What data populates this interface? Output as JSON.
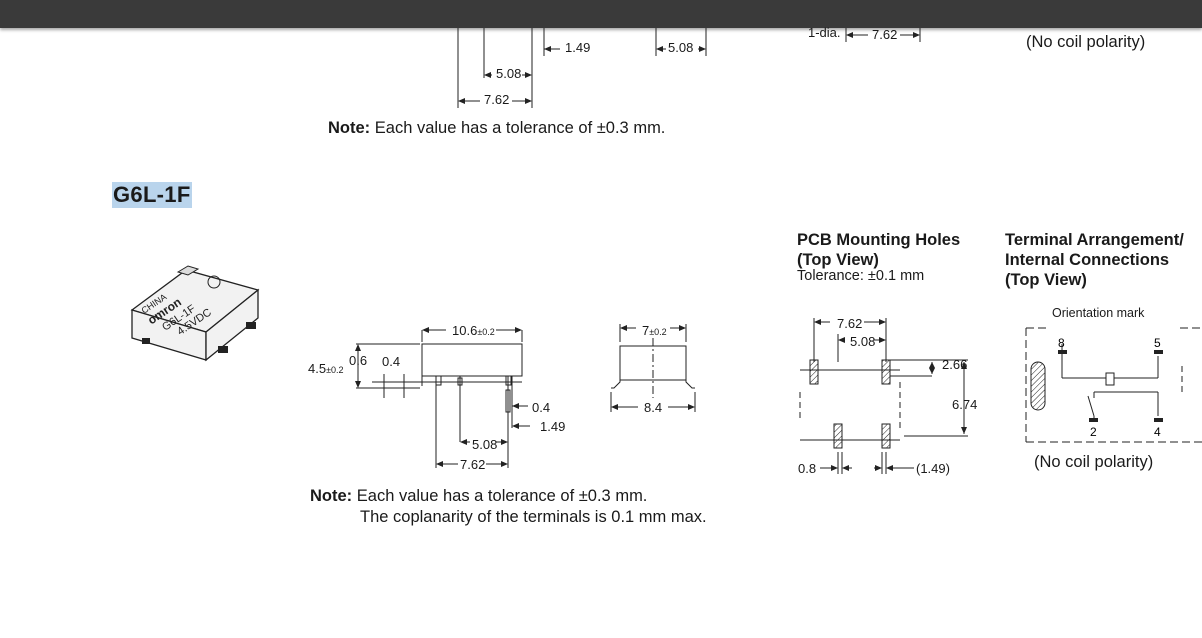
{
  "top_section": {
    "dims": {
      "d149": "1.49",
      "d508a": "5.08",
      "d508b": "5.08",
      "d762a": "7.62",
      "d762b": "7.62"
    },
    "dia_label": "1-dia.",
    "no_coil": "(No coil polarity)",
    "note_label": "Note:",
    "note_text": "Each value has a tolerance of ±0.3 mm."
  },
  "section": {
    "title": "G6L-1F"
  },
  "product": {
    "body_text_1": "CHINA",
    "body_text_2": "omron",
    "body_text_3": "G6L-1F",
    "body_text_4": "4.5VDC",
    "colors": {
      "body": "#f2f2f2",
      "outline": "#222222"
    }
  },
  "side_view": {
    "width": "10.6",
    "width_tol": "±0.2",
    "height": "4.5",
    "height_tol": "±0.2",
    "d06": "0.6",
    "d04a": "0.4",
    "d04b": "0.4",
    "d149": "1.49",
    "d508": "5.08",
    "d762": "7.62"
  },
  "end_view": {
    "width": "7",
    "width_tol": "±0.2",
    "span": "8.4"
  },
  "pcb": {
    "heading_1": "PCB Mounting Holes",
    "heading_2": "(Top View)",
    "tolerance": "Tolerance: ±0.1 mm",
    "d762": "7.62",
    "d508": "5.08",
    "d266": "2.66",
    "d674": "6.74",
    "d08": "0.8",
    "d149": "(1.49)"
  },
  "terminal": {
    "heading_1": "Terminal Arrangement/",
    "heading_2": "Internal Connections",
    "heading_3": "(Top View)",
    "orientation": "Orientation mark",
    "pin8": "8",
    "pin5": "5",
    "pin2": "2",
    "pin4": "4",
    "no_coil": "(No coil polarity)"
  },
  "notes": {
    "label": "Note:",
    "line1": "Each value has a tolerance of ±0.3 mm.",
    "line2": "The coplanarity of the terminals is 0.1 mm max."
  }
}
